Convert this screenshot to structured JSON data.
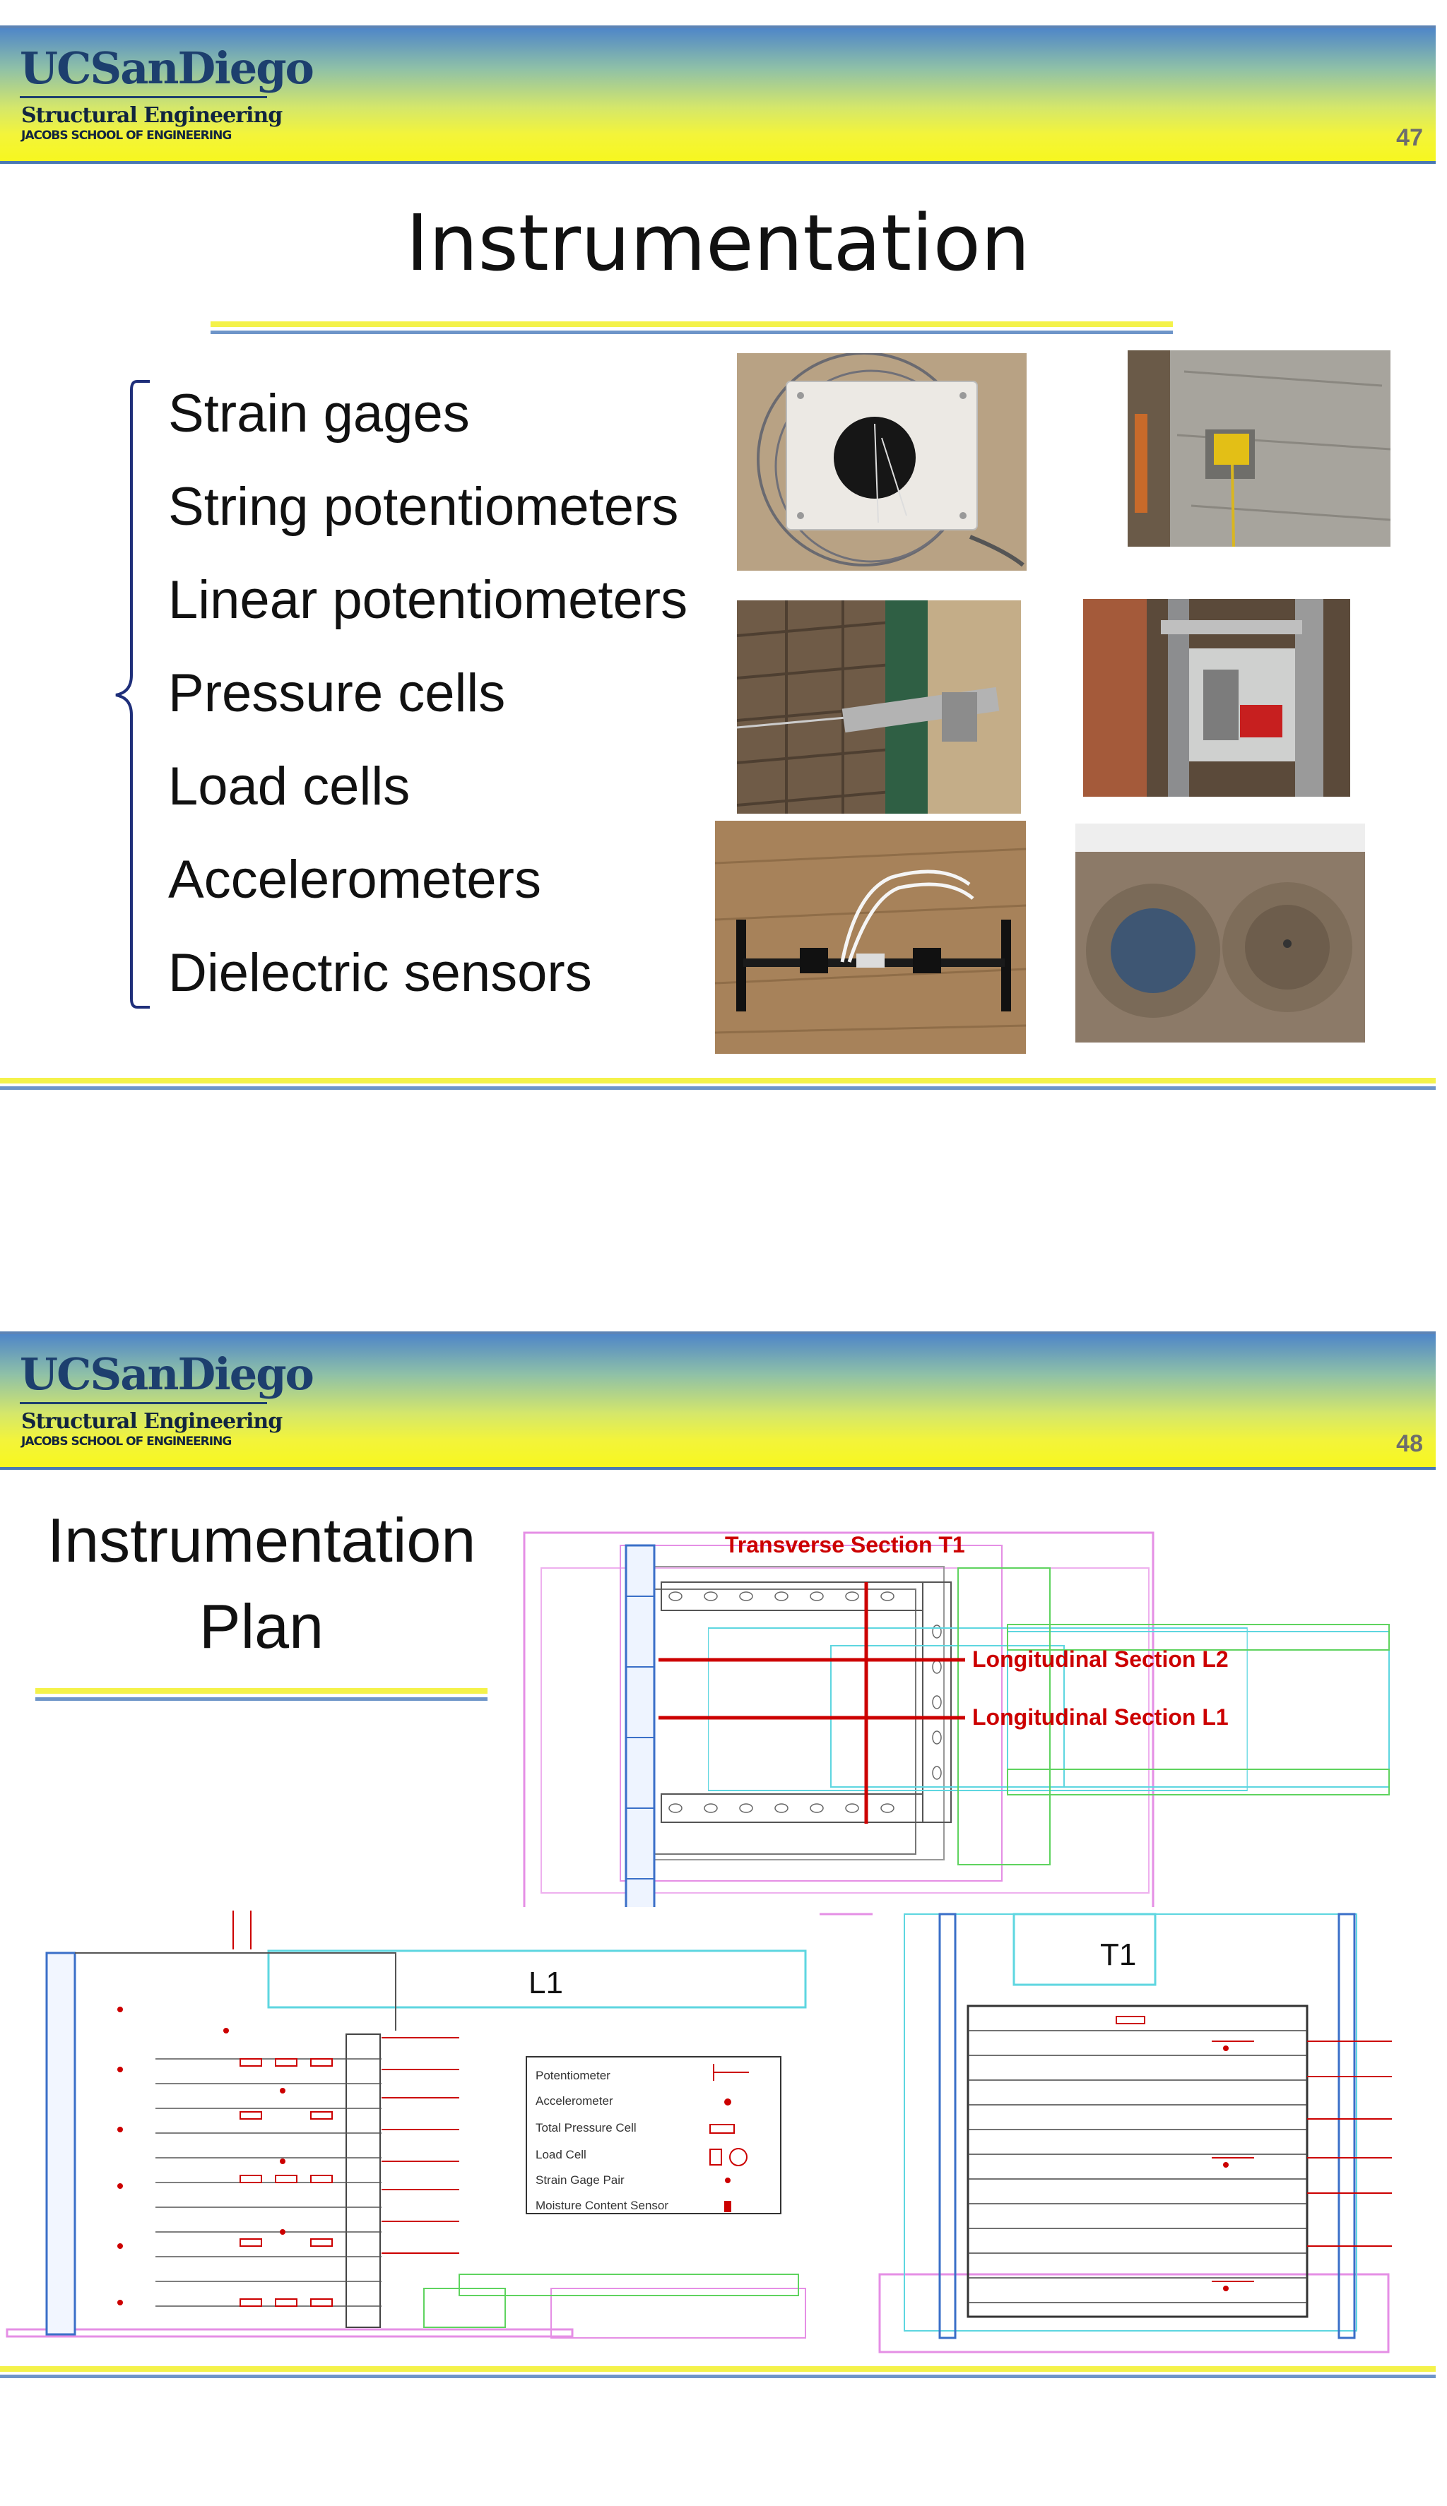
{
  "header": {
    "logo_main": "UCSanDiego",
    "logo_sub1": "Structural Engineering",
    "logo_sub2": "JACOBS SCHOOL OF ENGINEERING"
  },
  "slide1": {
    "page_number": "47",
    "title": "Instrumentation",
    "bullets": [
      "Strain gages",
      "String potentiometers",
      "Linear potentiometers",
      "Pressure cells",
      "Load cells",
      "Accelerometers",
      "Dielectric sensors"
    ],
    "photos": [
      "string-potentiometer-photo",
      "wall-sensor-photo",
      "linear-potentiometer-photo",
      "load-cell-bracket-photo",
      "accelerometer-cable-photo",
      "pressure-cells-photo"
    ]
  },
  "slide2": {
    "page_number": "48",
    "title_line1": "Instrumentation",
    "title_line2": "Plan",
    "plan_labels": {
      "transverse": "Transverse Section T1",
      "longitudinal_l2": "Longitudinal Section L2",
      "longitudinal_l1": "Longitudinal Section L1"
    },
    "section_l1": "L1",
    "section_t1": "T1",
    "legend": [
      "Potentiometer",
      "Accelerometer",
      "Total Pressure Cell",
      "Load Cell",
      "Strain Gage Pair",
      "Moisture Content Sensor"
    ],
    "colors": {
      "red": "#cc0000",
      "magenta": "#e080e0",
      "cyan": "#5ed6e0",
      "blue": "#3a6fc8",
      "green": "#5fd35f"
    }
  }
}
